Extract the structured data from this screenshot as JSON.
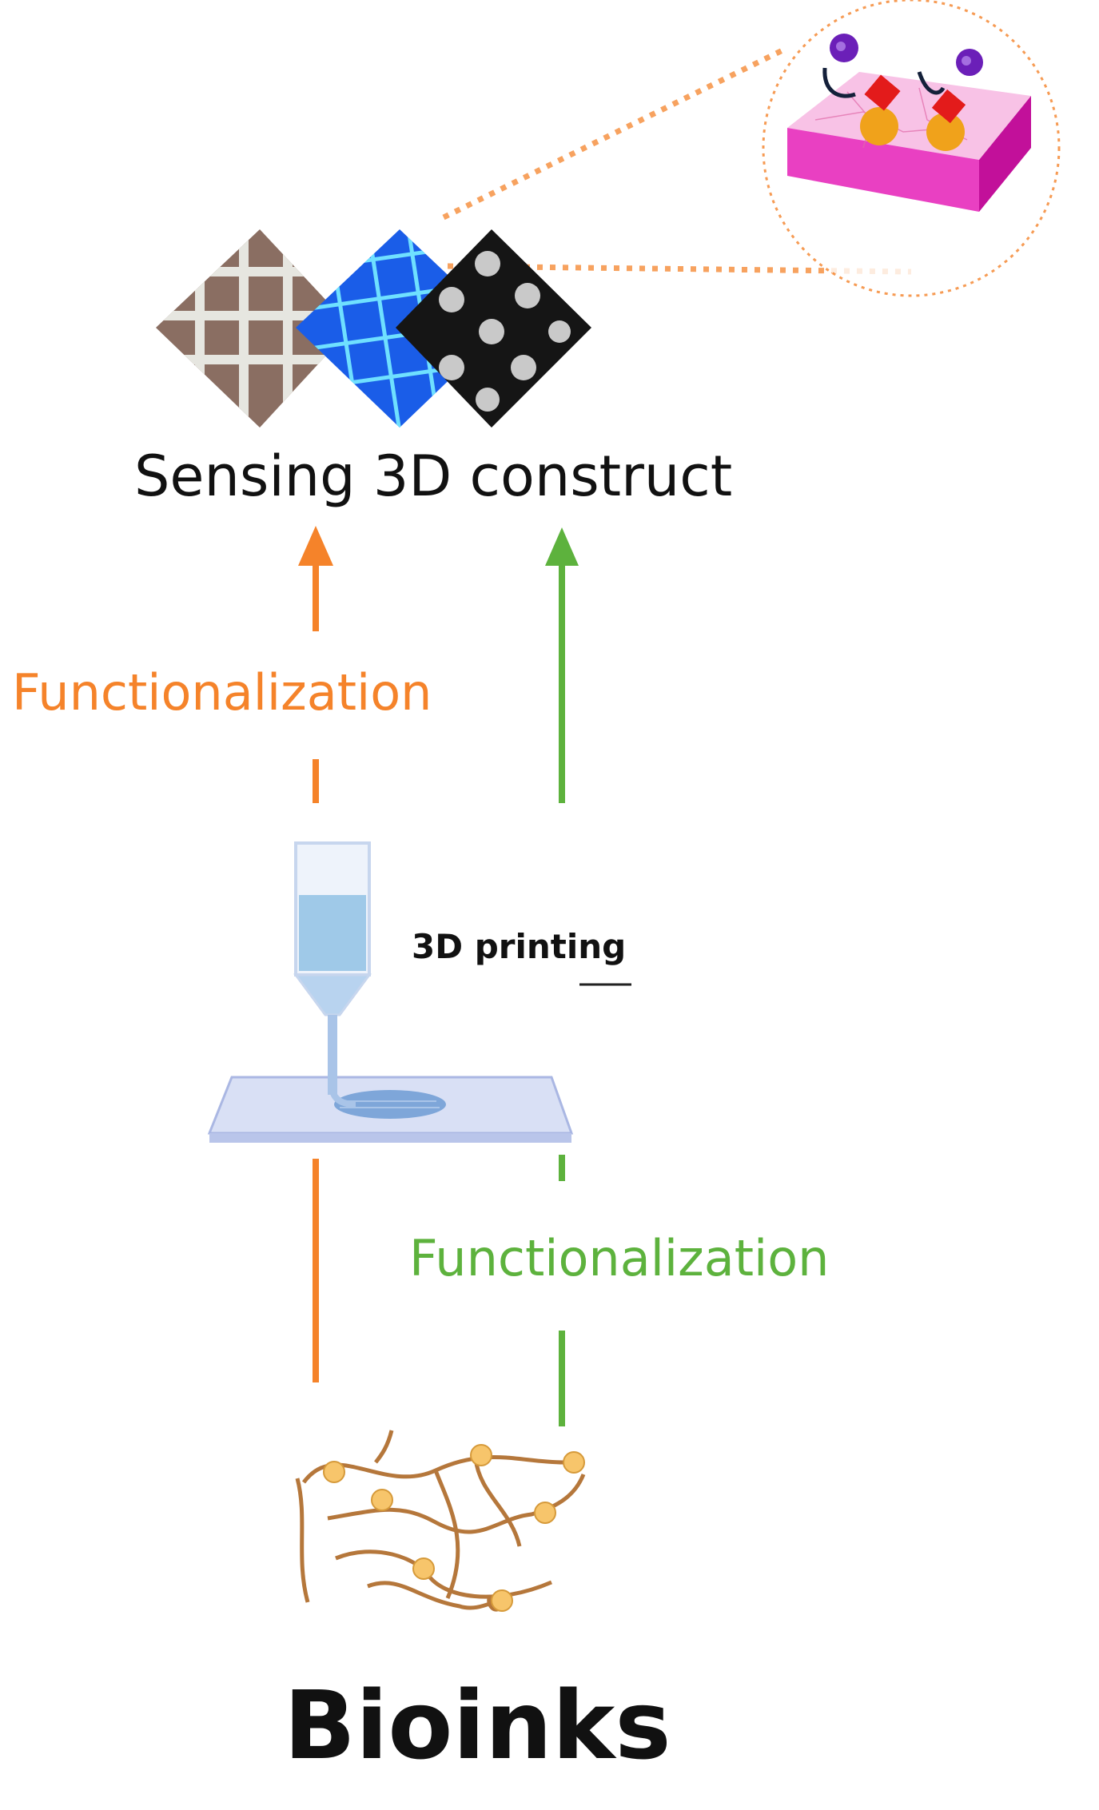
{
  "labels": {
    "title": "Sensing 3D construct",
    "functionalization_left": "Functionalization",
    "functionalization_right": "Functionalization",
    "printing": "3D printing",
    "bioinks": "Bioinks"
  },
  "colors": {
    "orange": "#f5832a",
    "green": "#5db23d",
    "pink": "#f25bd8",
    "blue": "#1a5de8",
    "hydrogel": "#b5773b",
    "node": "#f7c56b"
  },
  "icons": {
    "construct_white": "white-grid-construct-icon",
    "construct_blue": "blue-grid-construct-icon",
    "construct_dots": "dotted-construct-icon",
    "zoom": "sensing-surface-zoom-icon",
    "printer": "syringe-printer-icon",
    "network": "hydrogel-network-icon"
  }
}
